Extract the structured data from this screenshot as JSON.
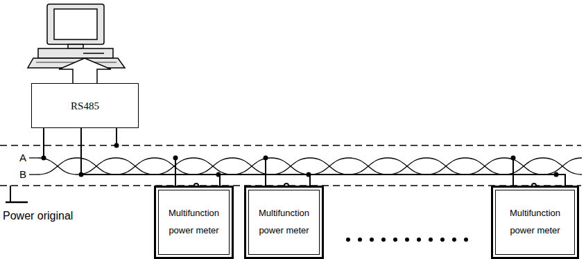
{
  "diagram": {
    "nodes": [
      {
        "text": [
          "RS485"
        ]
      },
      {
        "text": [
          "Multifunction power meter"
        ]
      },
      {
        "text": [
          "Multifunction power meter"
        ]
      },
      {
        "text": [
          "Multifunction power meter"
        ]
      }
    ],
    "edges": [
      {
        "from": 0,
        "to": 1,
        "arrow": "none"
      },
      {
        "from": 0,
        "to": 2,
        "arrow": "none"
      },
      {
        "from": 0,
        "to": 3,
        "arrow": "none"
      }
    ],
    "labels": [
      "A",
      "B",
      "Power original"
    ]
  }
}
